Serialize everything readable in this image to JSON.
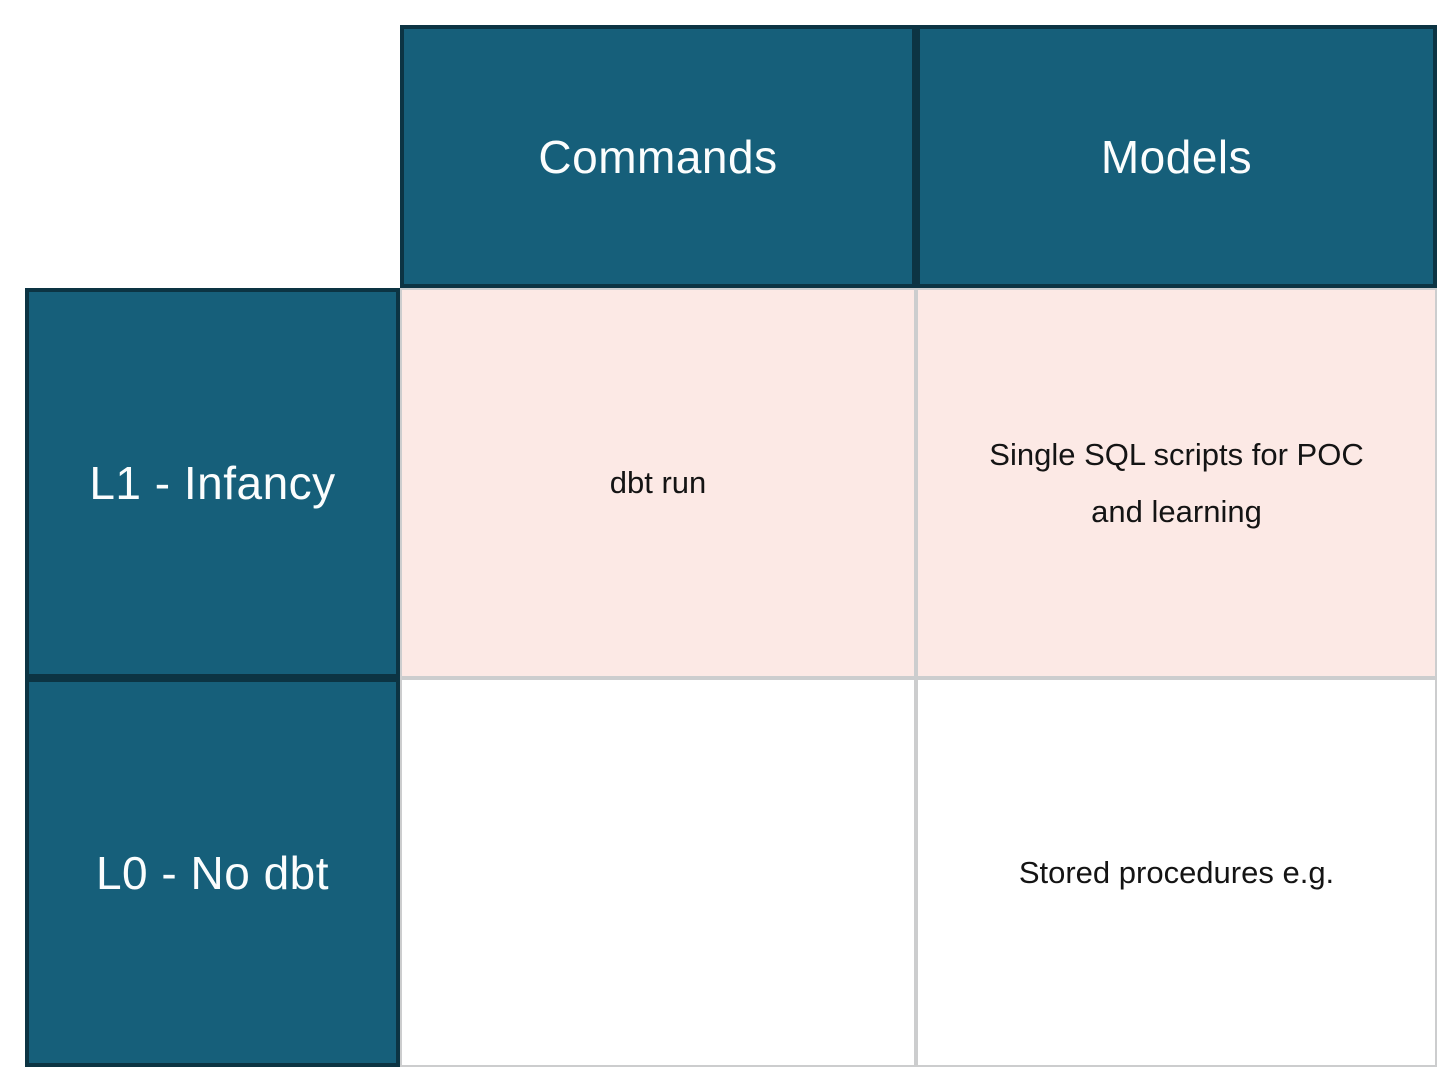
{
  "table": {
    "column_headers": {
      "commands": "Commands",
      "models": "Models"
    },
    "rows": [
      {
        "label": "L1 - Infancy",
        "commands": "dbt run",
        "models": "Single SQL scripts for POC and learning",
        "highlighted": true
      },
      {
        "label": "L0 - No dbt",
        "commands": "",
        "models": "Stored procedures e.g.",
        "highlighted": false
      }
    ]
  },
  "colors": {
    "header_bg": "#165F7A",
    "header_border": "#0C3443",
    "header_text": "#FBFDFD",
    "highlight_row_bg": "#FCE9E5",
    "plain_row_bg": "#FFFFFF",
    "cell_border": "#CCCDCE",
    "cell_text": "#141414"
  },
  "chart_data": {
    "type": "table",
    "columns": [
      "",
      "Commands",
      "Models"
    ],
    "rows": [
      [
        "L1 - Infancy",
        "dbt run",
        "Single SQL scripts for POC and learning"
      ],
      [
        "L0 - No dbt",
        "",
        "Stored procedures e.g."
      ]
    ],
    "title": "",
    "notes": "dbt maturity matrix; L1 row highlighted in light pink, header row and row labels in dark teal"
  }
}
